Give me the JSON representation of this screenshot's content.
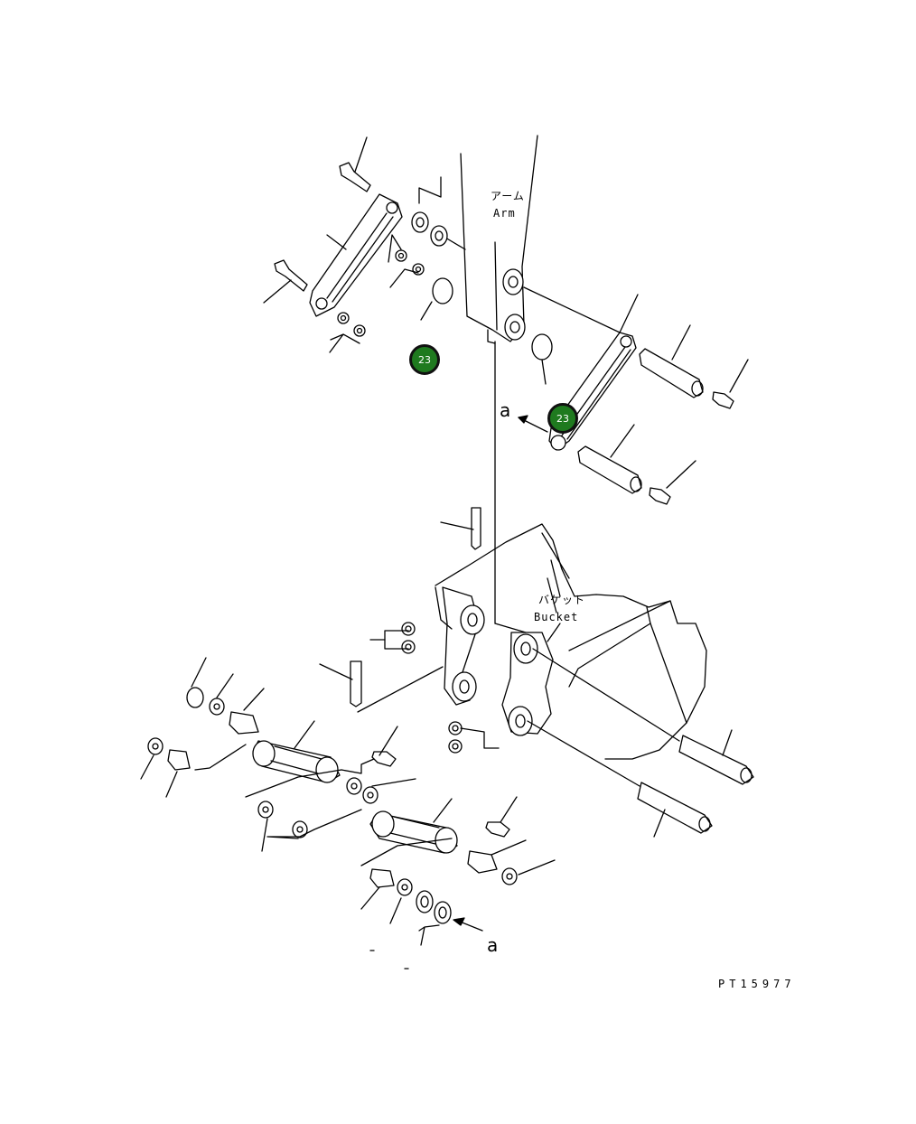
{
  "labels": {
    "arm_jp": "アーム",
    "arm_en": "Arm",
    "bucket_jp": "バケット",
    "bucket_en": "Bucket",
    "view_mark_upper": "a",
    "view_mark_lower": "a",
    "drawing_code": "PT15977"
  },
  "callouts": [
    {
      "number": "23"
    },
    {
      "number": "23"
    }
  ],
  "colors": {
    "callout_fill": "#1f7a1f",
    "callout_border": "#111111",
    "line": "#000000",
    "background": "#ffffff"
  }
}
